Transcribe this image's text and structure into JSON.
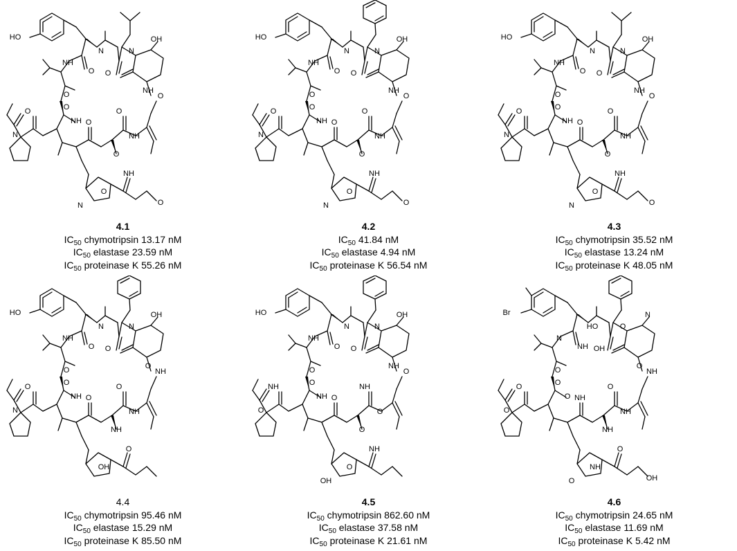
{
  "figure": {
    "compounds": [
      {
        "id": "4.1",
        "id_bold": true,
        "ic_prefix": "IC",
        "ic_sub": "50",
        "activities": [
          {
            "target": "chymotripsin",
            "value": "13.17 nM"
          },
          {
            "target": "elastase",
            "value": "23.59 nM"
          },
          {
            "target": "proteinase K",
            "value": "55.26 nM"
          }
        ],
        "structure": {
          "side_chain": "leucine",
          "phenol_substituent": "",
          "left_terminus": "N-butanoyl-proline ester",
          "tail": "N-butanoyl-proline amide",
          "dehydro_residue": false,
          "atom_labels": [
            "HO",
            "N",
            "NH",
            "O",
            "N",
            "OH",
            "O",
            "O",
            "O",
            "NH",
            "O",
            "N",
            "O",
            "O",
            "O",
            "NH",
            "NH",
            "O",
            "NH",
            "O",
            "N",
            "O"
          ]
        }
      },
      {
        "id": "4.2",
        "id_bold": true,
        "ic_prefix": "IC",
        "ic_sub": "50",
        "activities": [
          {
            "target": "",
            "value": "41.84 nM"
          },
          {
            "target": "elastase",
            "value": "4.94 nM"
          },
          {
            "target": "proteinase K",
            "value": "56.54 nM"
          }
        ],
        "structure": {
          "side_chain": "phenylalanine",
          "phenol_substituent": "",
          "left_terminus": "N-butanoyl-proline ester",
          "tail": "N-butanoyl-proline amide",
          "dehydro_residue": true,
          "atom_labels": [
            "HO",
            "N",
            "NH",
            "O",
            "N",
            "OH",
            "O",
            "O",
            "O",
            "NH",
            "O",
            "N",
            "O",
            "O",
            "O",
            "NH",
            "NH",
            "O",
            "NH",
            "O",
            "N",
            "O"
          ]
        }
      },
      {
        "id": "4.3",
        "id_bold": true,
        "ic_prefix": "IC",
        "ic_sub": "50",
        "activities": [
          {
            "target": "chymotripsin",
            "value": "35.52 nM"
          },
          {
            "target": "elastase",
            "value": "13.24 nM"
          },
          {
            "target": "proteinase K",
            "value": "48.05 nM"
          }
        ],
        "structure": {
          "side_chain": "leucine",
          "phenol_substituent": "",
          "left_terminus": "N-butanoyl-proline ester",
          "tail": "N-butanoyl-proline amide",
          "dehydro_residue": true,
          "atom_labels": [
            "HO",
            "N",
            "NH",
            "O",
            "N",
            "OH",
            "O",
            "O",
            "O",
            "NH",
            "O",
            "N",
            "O",
            "O",
            "O",
            "NH",
            "NH",
            "O",
            "NH",
            "O",
            "N",
            "O"
          ]
        }
      },
      {
        "id": "4.4",
        "id_bold": false,
        "ic_prefix": "IC",
        "ic_sub": "50",
        "activities": [
          {
            "target": "chymotripsin",
            "value": "95.46 nM"
          },
          {
            "target": "elastase",
            "value": "15.29 nM"
          },
          {
            "target": "proteinase K",
            "value": "85.50 nM"
          }
        ],
        "structure": {
          "side_chain": "phenylalanine",
          "phenol_substituent": "",
          "left_terminus": "N-butanoyl-proline amide",
          "tail": "",
          "dehydro_residue": true,
          "atom_labels": [
            "HO",
            "N",
            "NH",
            "O",
            "N",
            "OH",
            "O",
            "O",
            "O",
            "NH",
            "O",
            "N",
            "O",
            "NH",
            "O",
            "NH",
            "O",
            "NH",
            "O",
            "OH"
          ]
        }
      },
      {
        "id": "4.5",
        "id_bold": true,
        "ic_prefix": "IC",
        "ic_sub": "50",
        "activities": [
          {
            "target": "chymotripsin",
            "value": "862.60 nM"
          },
          {
            "target": "elastase",
            "value": "37.58 nM"
          },
          {
            "target": "proteinase K",
            "value": "21.61 nM"
          }
        ],
        "structure": {
          "side_chain": "phenylalanine",
          "phenol_substituent": "",
          "left_terminus": "N-butanoyl-alanine amide",
          "tail": "",
          "dehydro_residue": true,
          "atom_labels": [
            "HO",
            "N",
            "NH",
            "O",
            "N",
            "OH",
            "O",
            "O",
            "O",
            "NH",
            "O",
            "O",
            "NH",
            "O",
            "NH",
            "O",
            "NH",
            "O",
            "NH",
            "O",
            "OH"
          ]
        }
      },
      {
        "id": "4.6",
        "id_bold": true,
        "ic_prefix": "IC",
        "ic_sub": "50",
        "activities": [
          {
            "target": "chymotripsin",
            "value": "24.65 nM"
          },
          {
            "target": "elastase",
            "value": "11.69 nM"
          },
          {
            "target": "proteinase K",
            "value": "5.42 nM"
          }
        ],
        "structure": {
          "side_chain": "phenylalanine",
          "phenol_substituent": "Br",
          "left_terminus": "N-butanoyl-alanine amide",
          "tail": "",
          "dehydro_residue": true,
          "atom_labels": [
            "Br",
            "HO",
            "N",
            "NH",
            "O",
            "N",
            "OH",
            "O",
            "O",
            "O",
            "NH",
            "O",
            "O",
            "NH",
            "O",
            "NH",
            "O",
            "NH",
            "O",
            "NH",
            "O",
            "OH"
          ]
        }
      }
    ]
  }
}
